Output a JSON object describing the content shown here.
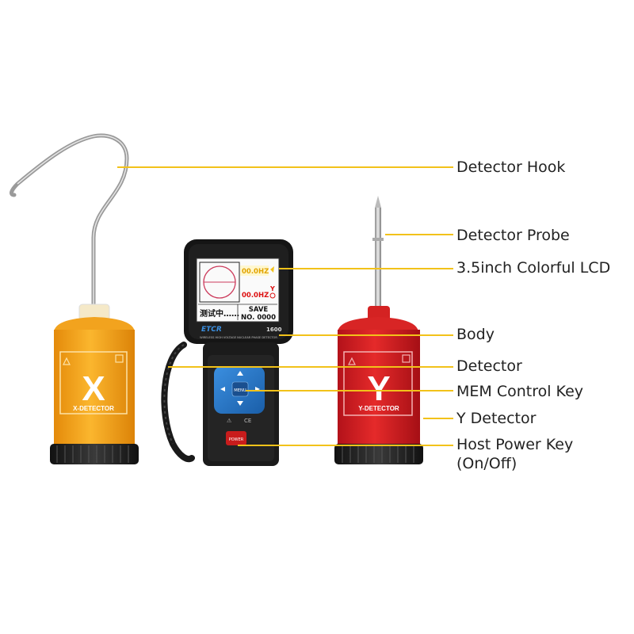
{
  "product": {
    "brand": "ETCR",
    "model": "1600",
    "subtitle": "WIRELESS HIGH VOLTAGE NUCLEAR PHASE DETECTOR"
  },
  "lcd": {
    "freq_x": "00.0HZ",
    "freq_y": "00.0HZ",
    "y_label": "Y",
    "status": "测试中……",
    "save": "SAVE",
    "save_no": "NO. 0000"
  },
  "keypad": {
    "center": "MENU",
    "power": "POWER"
  },
  "x_detector": {
    "letter": "X",
    "label": "X-DETECTOR",
    "color": "#f5a623"
  },
  "y_detector": {
    "letter": "Y",
    "label": "Y-DETECTOR",
    "color": "#d91f1f"
  },
  "callouts": [
    "Detector Hook",
    "Detector Probe",
    "3.5inch Colorful LCD",
    "Body",
    "Detector",
    "MEM Control Key",
    "Y Detector",
    "Host Power Key",
    "(On/Off)"
  ],
  "accent_line_color": "#f2c21a"
}
